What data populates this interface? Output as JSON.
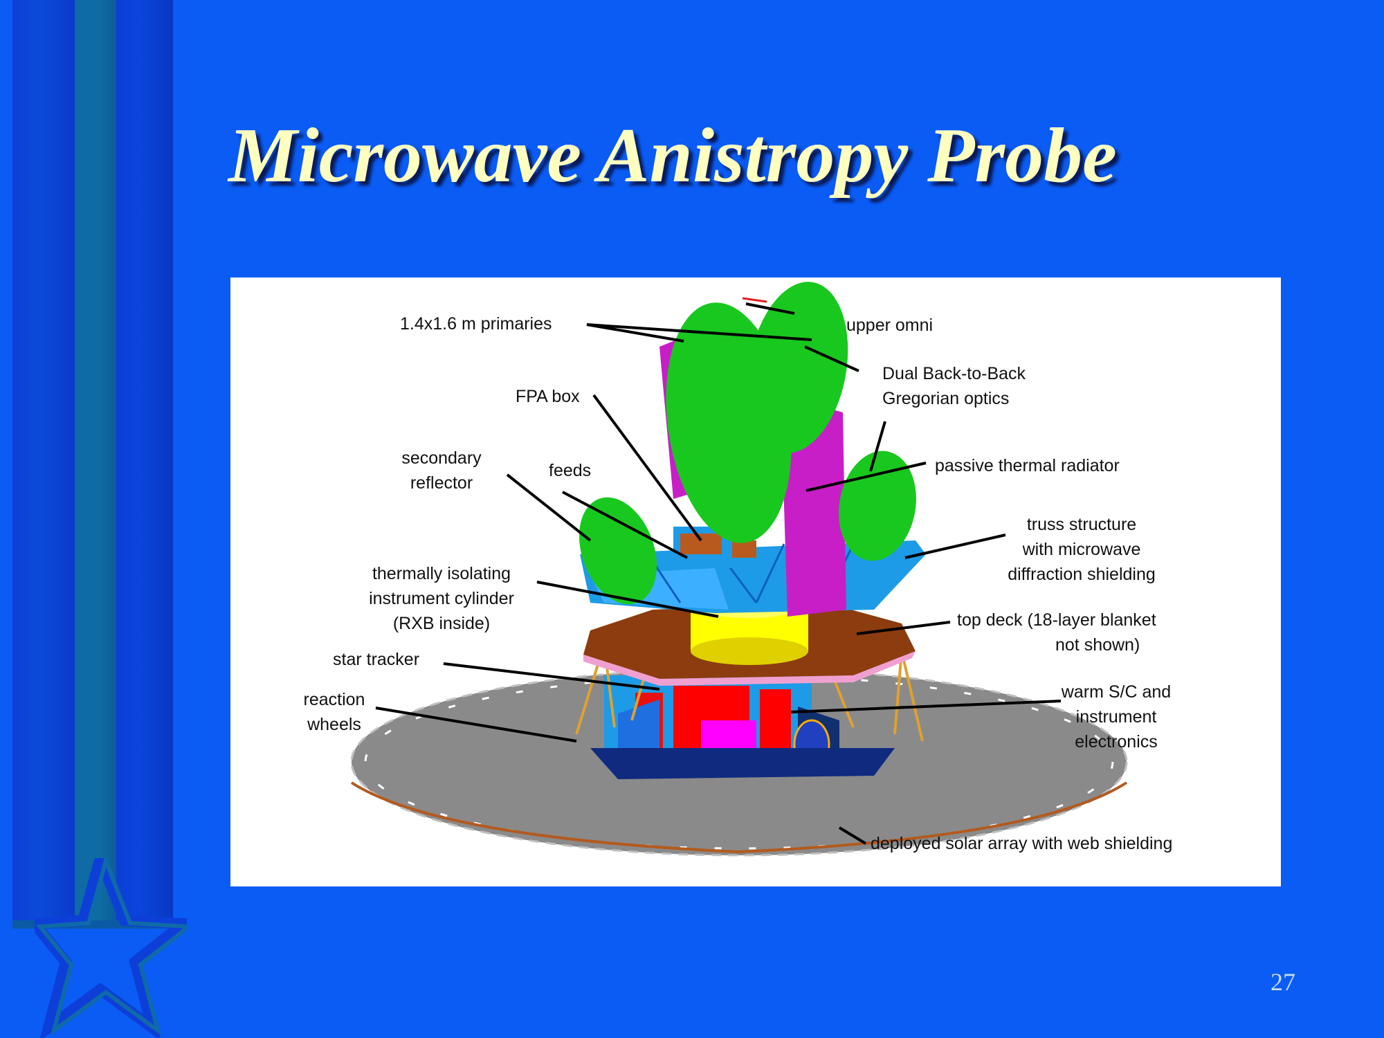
{
  "slide": {
    "title": "Microwave Anistropy Probe",
    "page_number": "27",
    "background_color": "#0a5cf5",
    "title_color": "#ffffc0"
  },
  "figure": {
    "labels": {
      "primaries": "1.4x1.6 m primaries",
      "upper_omni": "upper omni",
      "gregorian_line1": "Dual Back-to-Back",
      "gregorian_line2": "Gregorian optics",
      "fpa_box": "FPA box",
      "secondary_line1": "secondary",
      "secondary_line2": "reflector",
      "feeds": "feeds",
      "radiator": "passive thermal radiator",
      "truss_line1": "truss structure",
      "truss_line2": "with microwave",
      "truss_line3": "diffraction shielding",
      "cylinder_line1": "thermally isolating",
      "cylinder_line2": "instrument cylinder",
      "cylinder_line3": "(RXB inside)",
      "top_deck_line1": "top deck (18-layer blanket",
      "top_deck_line2": "not shown)",
      "star_tracker": "star tracker",
      "reaction_line1": "reaction",
      "reaction_line2": "wheels",
      "electronics_line1": "warm S/C and",
      "electronics_line2": "instrument",
      "electronics_line3": "electronics",
      "solar_array": "deployed solar array with web shielding"
    },
    "colors": {
      "reflector": "#19c81e",
      "radiator": "#c81ec8",
      "structure": "#1e9be6",
      "deck": "#8c3c0f",
      "cylinder": "#ffff00",
      "solar_array": "#828282",
      "electronics": "#ff0000"
    }
  }
}
